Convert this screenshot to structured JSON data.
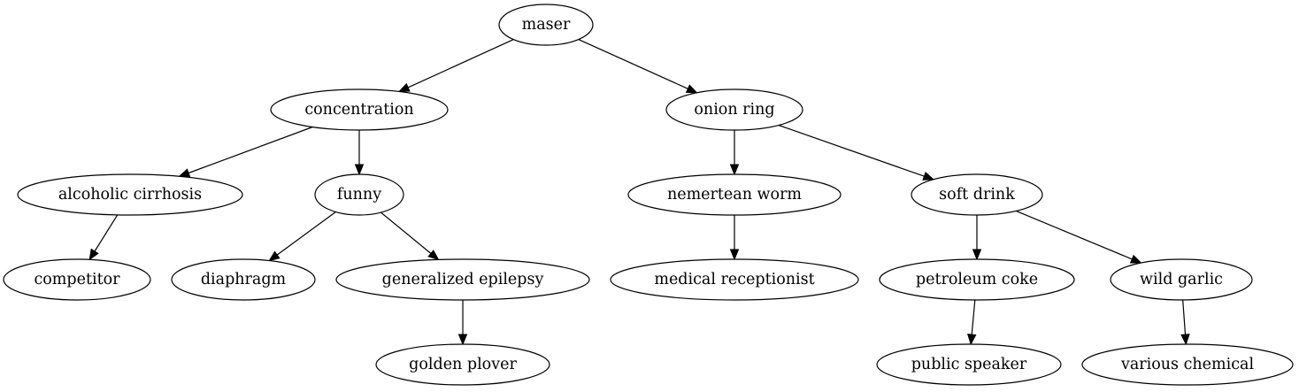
{
  "diagram": {
    "type": "tree",
    "nodes": [
      {
        "id": "maser",
        "label": "maser"
      },
      {
        "id": "concentration",
        "label": "concentration"
      },
      {
        "id": "onion_ring",
        "label": "onion ring"
      },
      {
        "id": "alcoholic_cirrhosis",
        "label": "alcoholic cirrhosis"
      },
      {
        "id": "funny",
        "label": "funny"
      },
      {
        "id": "nemertean_worm",
        "label": "nemertean worm"
      },
      {
        "id": "soft_drink",
        "label": "soft drink"
      },
      {
        "id": "competitor",
        "label": "competitor"
      },
      {
        "id": "diaphragm",
        "label": "diaphragm"
      },
      {
        "id": "generalized_epilepsy",
        "label": "generalized epilepsy"
      },
      {
        "id": "medical_receptionist",
        "label": "medical receptionist"
      },
      {
        "id": "petroleum_coke",
        "label": "petroleum coke"
      },
      {
        "id": "wild_garlic",
        "label": "wild garlic"
      },
      {
        "id": "golden_plover",
        "label": "golden plover"
      },
      {
        "id": "public_speaker",
        "label": "public speaker"
      },
      {
        "id": "various_chemical",
        "label": "various chemical"
      }
    ],
    "edges": [
      {
        "from": "maser",
        "to": "concentration"
      },
      {
        "from": "maser",
        "to": "onion_ring"
      },
      {
        "from": "concentration",
        "to": "alcoholic_cirrhosis"
      },
      {
        "from": "concentration",
        "to": "funny"
      },
      {
        "from": "onion_ring",
        "to": "nemertean_worm"
      },
      {
        "from": "onion_ring",
        "to": "soft_drink"
      },
      {
        "from": "alcoholic_cirrhosis",
        "to": "competitor"
      },
      {
        "from": "funny",
        "to": "diaphragm"
      },
      {
        "from": "funny",
        "to": "generalized_epilepsy"
      },
      {
        "from": "nemertean_worm",
        "to": "medical_receptionist"
      },
      {
        "from": "soft_drink",
        "to": "petroleum_coke"
      },
      {
        "from": "soft_drink",
        "to": "wild_garlic"
      },
      {
        "from": "generalized_epilepsy",
        "to": "golden_plover"
      },
      {
        "from": "petroleum_coke",
        "to": "public_speaker"
      },
      {
        "from": "wild_garlic",
        "to": "various_chemical"
      }
    ]
  }
}
